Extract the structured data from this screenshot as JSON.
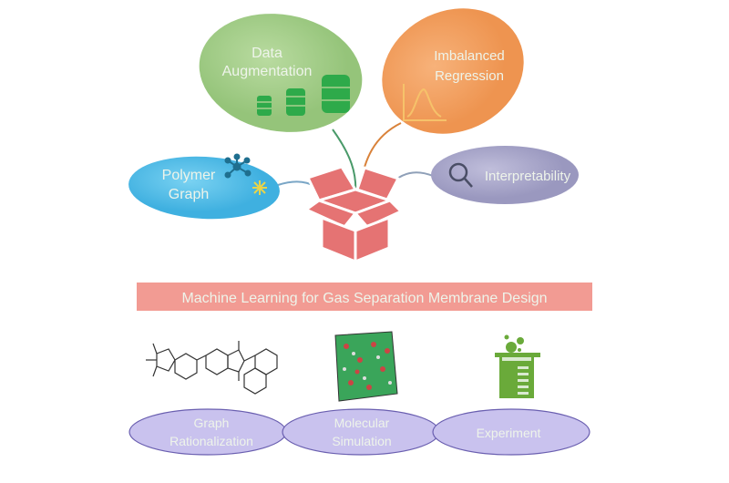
{
  "bubbles": {
    "data_augmentation": {
      "line1": "Data",
      "line2": "Augmentation",
      "color": "#a9d08e"
    },
    "imbalanced_regression": {
      "line1": "Imbalanced",
      "line2": "Regression",
      "color": "#f4a460"
    },
    "polymer_graph": {
      "line1": "Polymer",
      "line2": "Graph",
      "color": "#5bc0e8"
    },
    "interpretability": {
      "label": "Interpretability",
      "color": "#a8a6c8"
    }
  },
  "banner": {
    "title": "Machine Learning for Gas Separation Membrane Design",
    "color": "#f08a80"
  },
  "methods": [
    {
      "line1": "Graph",
      "line2": "Rationalization"
    },
    {
      "line1": "Molecular",
      "line2": "Simulation"
    },
    {
      "line1": "Experiment",
      "line2": ""
    }
  ],
  "colors": {
    "box": "#e57373",
    "method_fill": "#c9c2ee",
    "method_stroke": "#6a5fb0",
    "beaker": "#6aaa3a"
  }
}
